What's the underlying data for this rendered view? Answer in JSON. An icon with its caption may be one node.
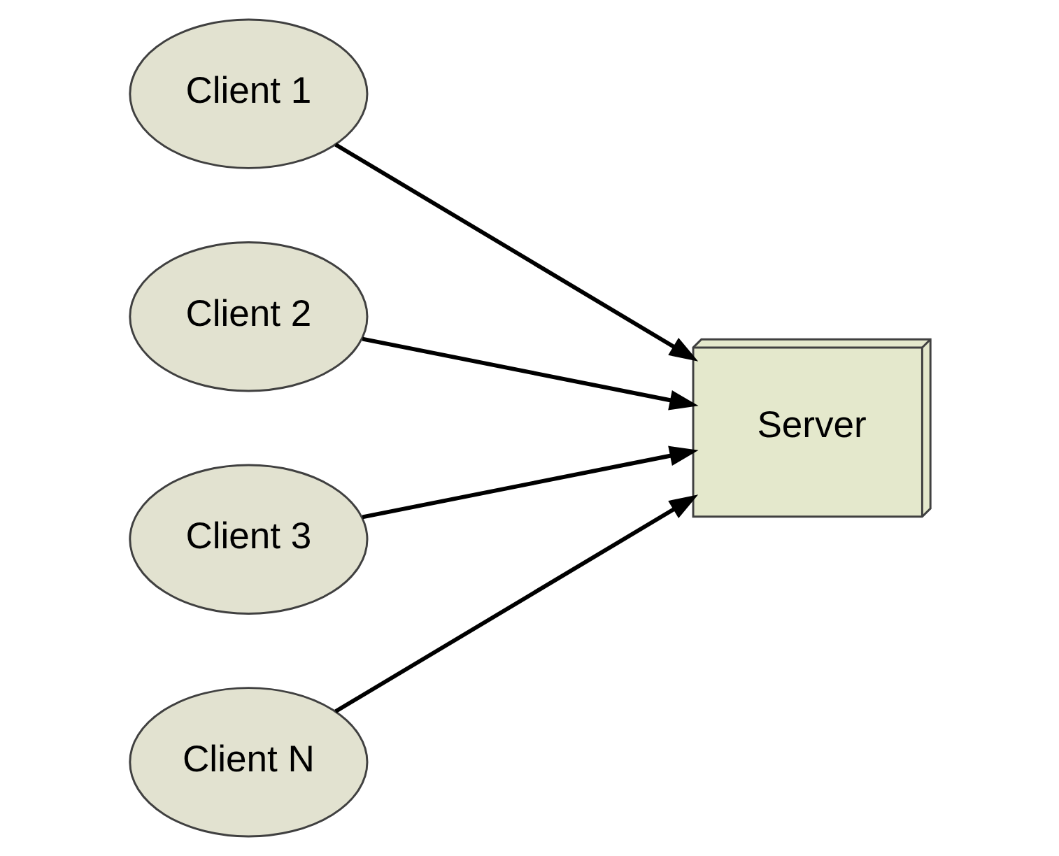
{
  "diagram": {
    "nodes": [
      {
        "text": [
          "Client 1"
        ]
      },
      {
        "text": [
          "Client 2"
        ]
      },
      {
        "text": [
          "Client 3"
        ]
      },
      {
        "text": [
          "Client N"
        ]
      },
      {
        "text": [
          "Server"
        ]
      }
    ],
    "edges": [
      {
        "from": 0,
        "to": 4,
        "arrow": "to"
      },
      {
        "from": 1,
        "to": 4,
        "arrow": "to"
      },
      {
        "from": 2,
        "to": 4,
        "arrow": "to"
      },
      {
        "from": 3,
        "to": 4,
        "arrow": "to"
      }
    ]
  }
}
